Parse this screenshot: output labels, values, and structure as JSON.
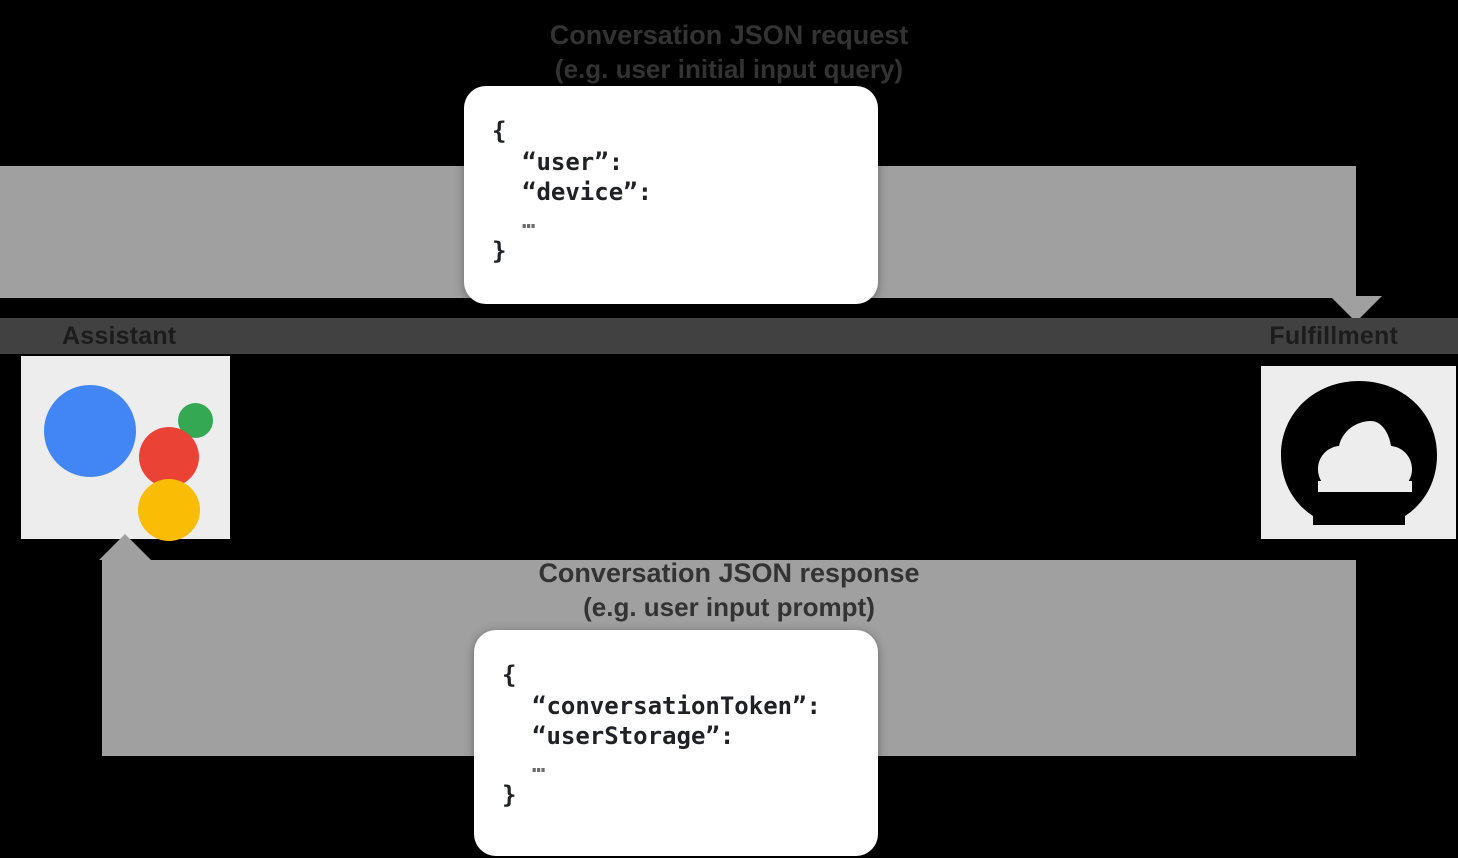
{
  "diagram": {
    "title": "Conversation JSON request/response flow",
    "background_color": "#000000",
    "band_color": "#a0a0a0",
    "rail_color": "#414141"
  },
  "captions": {
    "request": {
      "line1": "Conversation JSON request",
      "line2": "(e.g. user initial input query)"
    },
    "response": {
      "line1": "Conversation JSON response",
      "line2": "(e.g. user input prompt)"
    }
  },
  "rail": {
    "left_label": "Assistant",
    "right_label": "Fulfillment"
  },
  "nodes": {
    "assistant": {
      "name": "Google Assistant",
      "icon": "google-assistant-logo",
      "tile_color": "#ededed",
      "dots": [
        {
          "name": "blue-dot",
          "color": "#4285F4"
        },
        {
          "name": "green-dot",
          "color": "#34A853"
        },
        {
          "name": "red-dot",
          "color": "#EA4335"
        },
        {
          "name": "yellow-dot",
          "color": "#FBBC05"
        }
      ]
    },
    "fulfillment": {
      "name": "Cloud Functions",
      "icon": "cloud-icon",
      "tile_color": "#ededed",
      "glyph_color": "#000000"
    }
  },
  "json_request": {
    "open_brace": "{",
    "keys": [
      "“user”:",
      "“device”:"
    ],
    "ellipsis": "…",
    "close_brace": "}"
  },
  "json_response": {
    "open_brace": "{",
    "keys": [
      "“conversationToken”:",
      "“userStorage”:"
    ],
    "ellipsis": "…",
    "close_brace": "}"
  }
}
